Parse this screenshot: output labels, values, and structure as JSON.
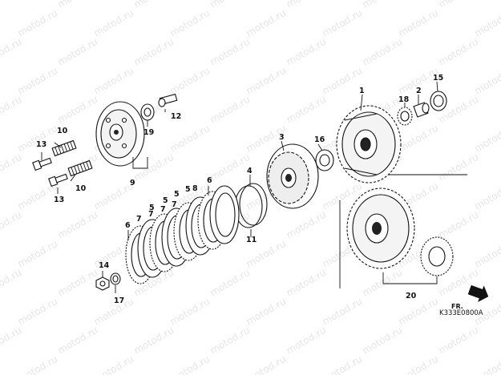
{
  "diagram": {
    "diagram_code": "K333E0800A",
    "direction_label": "FR.",
    "watermark_text": "motod.ru",
    "callouts": [
      "1",
      "2",
      "3",
      "4",
      "5",
      "5",
      "5",
      "5",
      "6",
      "6",
      "7",
      "7",
      "7",
      "7",
      "8",
      "9",
      "10",
      "10",
      "11",
      "12",
      "13",
      "13",
      "14",
      "15",
      "16",
      "17",
      "18",
      "19",
      "20"
    ],
    "colors": {
      "line": "#111111",
      "background": "#ffffff",
      "watermark": "#c9c9c9"
    }
  }
}
